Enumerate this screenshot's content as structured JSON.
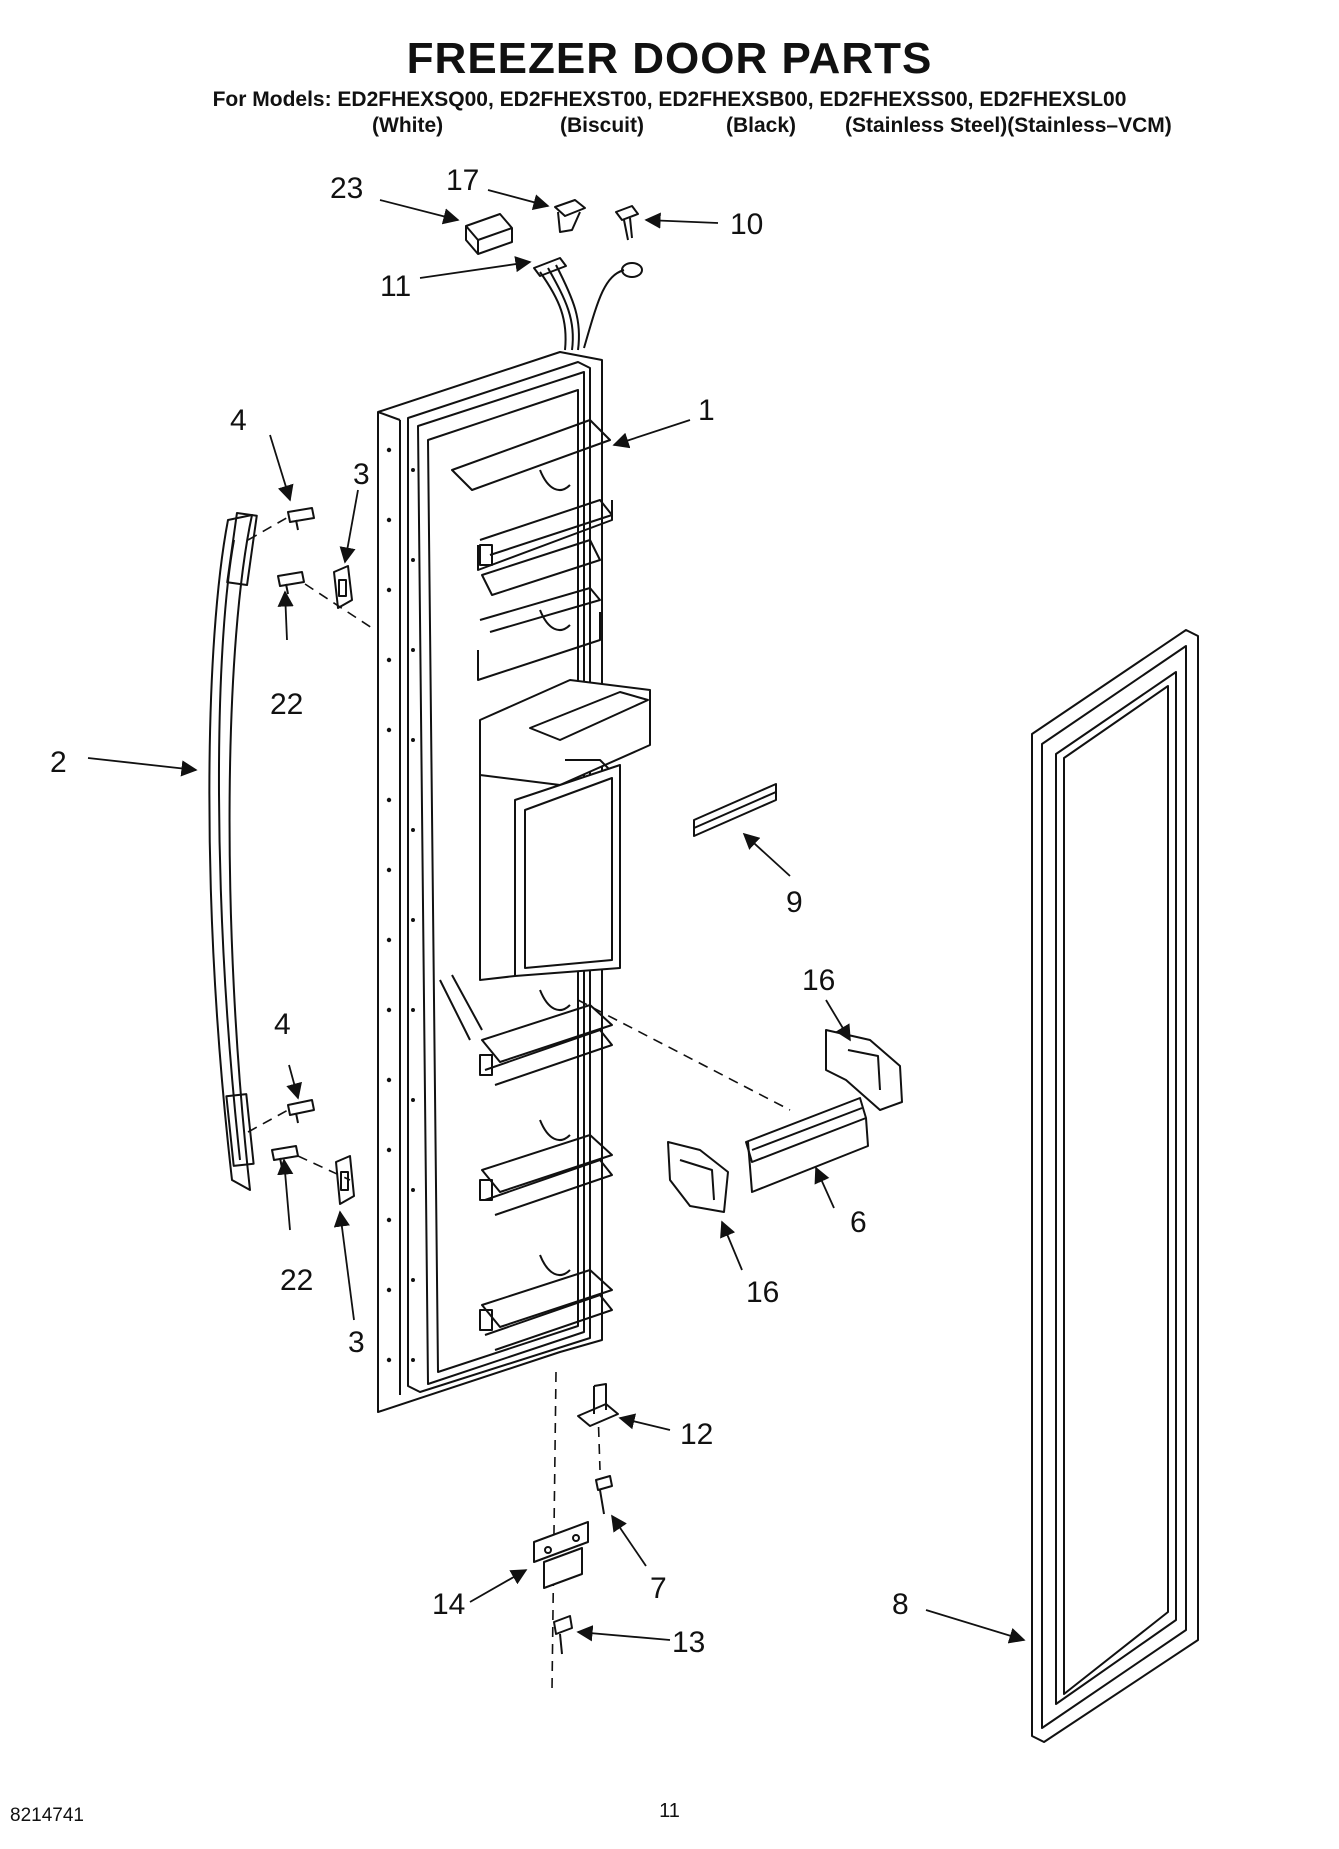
{
  "header": {
    "title": "FREEZER DOOR PARTS",
    "models_line": "For Models: ED2FHEXSQ00, ED2FHEXST00, ED2FHEXSB00, ED2FHEXSS00, ED2FHEXSL00",
    "colors": [
      "(White)",
      "(Biscuit)",
      "(Black)",
      "(Stainless Steel)(Stainless–VCM)"
    ]
  },
  "callouts": [
    "1",
    "2",
    "3",
    "3",
    "4",
    "4",
    "6",
    "7",
    "8",
    "9",
    "10",
    "11",
    "12",
    "13",
    "14",
    "16",
    "16",
    "17",
    "22",
    "22",
    "23"
  ],
  "footer": {
    "doc_number": "8214741",
    "page_number": "11"
  }
}
